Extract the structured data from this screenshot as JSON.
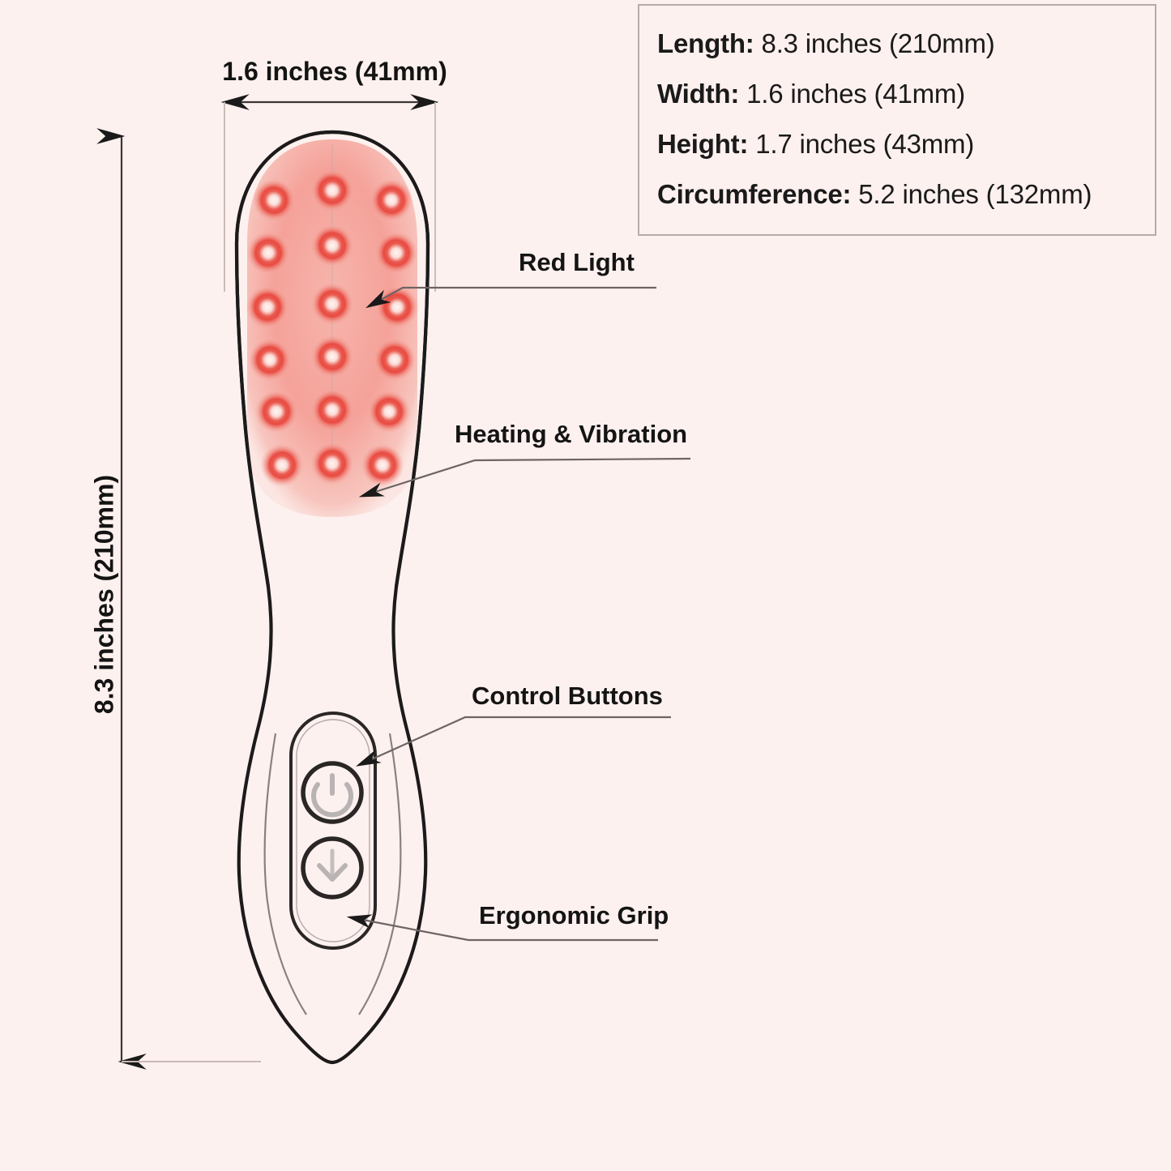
{
  "page": {
    "title": "Product dimension diagram - red light therapy scalp massager",
    "background_color": "#fdf1ef"
  },
  "spec_box": {
    "border_color": "#b9aaa6",
    "rows": [
      {
        "key": "Length",
        "separator": ": ",
        "value": "8.3 inches (210mm)"
      },
      {
        "key": "Width",
        "separator": ": ",
        "value": "1.6 inches (41mm)"
      },
      {
        "key": "Height",
        "separator": ": ",
        "value": "1.7 inches (43mm)"
      },
      {
        "key": "Circumference",
        "separator": ": ",
        "value": "5.2 inches (132mm)"
      }
    ]
  },
  "dimensions": {
    "width_label": "1.6 inches (41mm)",
    "height_label": "8.3 inches (210mm)"
  },
  "callouts": [
    {
      "id": "red-light",
      "label": "Red Light"
    },
    {
      "id": "heating-vibration",
      "label": "Heating & Vibration"
    },
    {
      "id": "control-buttons",
      "label": "Control Buttons"
    },
    {
      "id": "ergonomic-grip",
      "label": "Ergonomic Grip"
    }
  ],
  "device": {
    "outline_color": "#1c1a1a",
    "body_fill": "#fdf1ef",
    "led_grid": {
      "rows": 6,
      "columns": 3,
      "total": 18,
      "node_color": "#e8453c",
      "node_center_color": "#fff4f1"
    },
    "pad_glow_color": "#f4a79e",
    "buttons": [
      {
        "id": "power-button",
        "icon": "power-icon"
      },
      {
        "id": "mode-down-button",
        "icon": "chevron-down-icon"
      }
    ]
  }
}
